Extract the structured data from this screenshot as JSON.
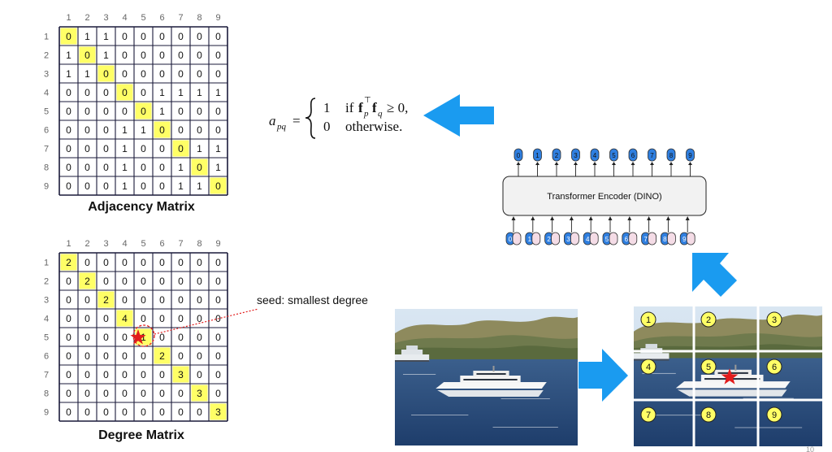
{
  "col_labels": [
    "1",
    "2",
    "3",
    "4",
    "5",
    "6",
    "7",
    "8",
    "9"
  ],
  "adjacency": {
    "title": "Adjacency Matrix",
    "rows": [
      [
        "0",
        "1",
        "1",
        "0",
        "0",
        "0",
        "0",
        "0",
        "0"
      ],
      [
        "1",
        "0",
        "1",
        "0",
        "0",
        "0",
        "0",
        "0",
        "0"
      ],
      [
        "1",
        "1",
        "0",
        "0",
        "0",
        "0",
        "0",
        "0",
        "0"
      ],
      [
        "0",
        "0",
        "0",
        "0",
        "0",
        "1",
        "1",
        "1",
        "1"
      ],
      [
        "0",
        "0",
        "0",
        "0",
        "0",
        "1",
        "0",
        "0",
        "0"
      ],
      [
        "0",
        "0",
        "0",
        "1",
        "1",
        "0",
        "0",
        "0",
        "0"
      ],
      [
        "0",
        "0",
        "0",
        "1",
        "0",
        "0",
        "0",
        "1",
        "1"
      ],
      [
        "0",
        "0",
        "0",
        "1",
        "0",
        "0",
        "1",
        "0",
        "1"
      ],
      [
        "0",
        "0",
        "0",
        "1",
        "0",
        "0",
        "1",
        "1",
        "0"
      ]
    ]
  },
  "degree": {
    "title": "Degree Matrix",
    "rows": [
      [
        "2",
        "0",
        "0",
        "0",
        "0",
        "0",
        "0",
        "0",
        "0"
      ],
      [
        "0",
        "2",
        "0",
        "0",
        "0",
        "0",
        "0",
        "0",
        "0"
      ],
      [
        "0",
        "0",
        "2",
        "0",
        "0",
        "0",
        "0",
        "0",
        "0"
      ],
      [
        "0",
        "0",
        "0",
        "4",
        "0",
        "0",
        "0",
        "0",
        "0"
      ],
      [
        "0",
        "0",
        "0",
        "0",
        "1",
        "0",
        "0",
        "0",
        "0"
      ],
      [
        "0",
        "0",
        "0",
        "0",
        "0",
        "2",
        "0",
        "0",
        "0"
      ],
      [
        "0",
        "0",
        "0",
        "0",
        "0",
        "0",
        "3",
        "0",
        "0"
      ],
      [
        "0",
        "0",
        "0",
        "0",
        "0",
        "0",
        "0",
        "3",
        "0"
      ],
      [
        "0",
        "0",
        "0",
        "0",
        "0",
        "0",
        "0",
        "0",
        "3"
      ]
    ]
  },
  "seed_label": "seed: smallest degree",
  "formula": {
    "lhs": "a",
    "lhs_sub": "pq",
    "eq": "=",
    "case1_value": "1",
    "case1_cond": "if",
    "case1_tail": "≥ 0,",
    "case2_value": "0",
    "case2_cond": "otherwise."
  },
  "encoder": {
    "title": "Transformer Encoder (DINO)",
    "outputs": [
      "0",
      "1",
      "2",
      "3",
      "4",
      "5",
      "6",
      "7",
      "8",
      "9"
    ],
    "inputs": [
      "0",
      "1",
      "2",
      "3",
      "4",
      "5",
      "6",
      "7",
      "8",
      "9"
    ]
  },
  "patch_labels": [
    "1",
    "2",
    "3",
    "4",
    "5",
    "6",
    "7",
    "8",
    "9"
  ],
  "page_number": "10",
  "colors": {
    "highlight": "#ffff66",
    "arrow": "#1a9bf0",
    "token_blue": "#2f7fe0",
    "token_pink": "#f4dce6",
    "encoder_fill": "#f2f2f2",
    "seed_red": "#e21c1c"
  }
}
